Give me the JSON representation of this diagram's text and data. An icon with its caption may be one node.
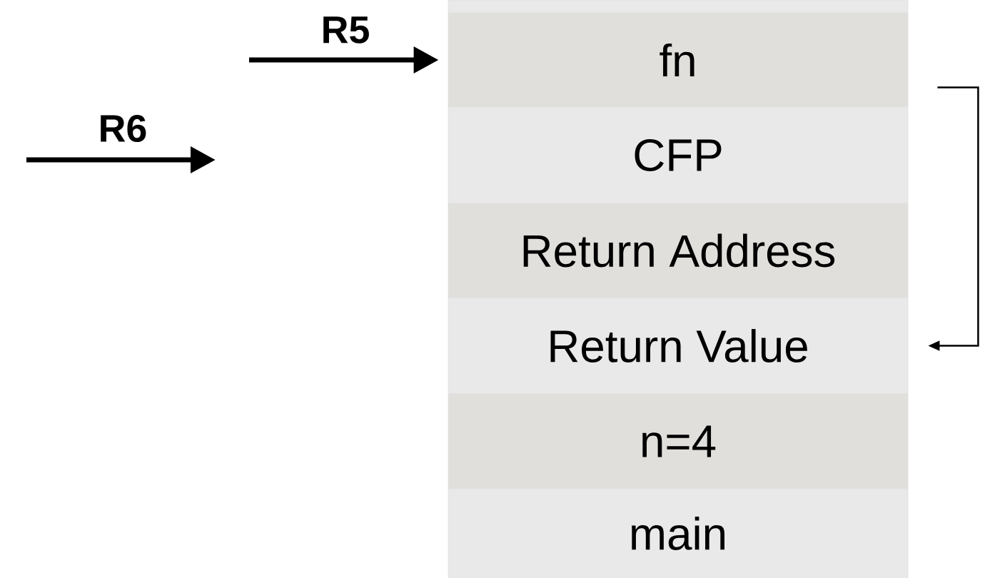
{
  "diagram": {
    "nodes": [
      {
        "text": [],
        "shape": "box"
      },
      {
        "text": [
          "fn"
        ]
      },
      {
        "text": [
          "CFP"
        ]
      },
      {
        "text": [
          "Return Address"
        ]
      },
      {
        "text": [
          "Return Value"
        ]
      },
      {
        "text": [
          "n=4"
        ]
      },
      {
        "text": [
          "main"
        ]
      }
    ],
    "edges": [
      {
        "from": null,
        "to": 1,
        "arrow": "to",
        "label": "R5",
        "style": "thick"
      },
      {
        "from": 1,
        "to": 4,
        "arrow": "to"
      }
    ],
    "labels": [
      "R6"
    ]
  }
}
